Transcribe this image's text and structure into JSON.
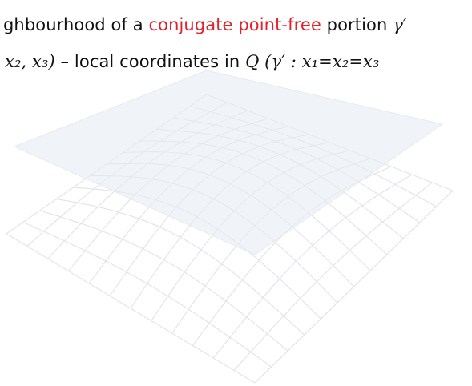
{
  "caption": {
    "line1": {
      "prefix": "ghbourhood of a ",
      "highlight": "conjugate point-free",
      "suffix": " portion ",
      "symbol": "γ′"
    },
    "line2": {
      "math_start": "x₂, x₃)",
      "middle": " – local coordinates in ",
      "math_q": "Q",
      "math_end": " (γ′ : x₁=x₂=x₃"
    }
  },
  "colors": {
    "highlight": "#e4202a",
    "plane_fill": "#eef1f6",
    "surface_back": "#c9ccd4",
    "surface_front": "#e4e6ea"
  }
}
